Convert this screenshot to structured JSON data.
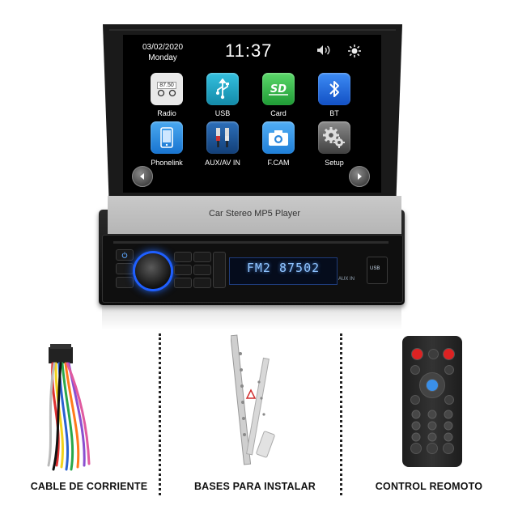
{
  "screen": {
    "date": "03/02/2020",
    "weekday": "Monday",
    "time": "11:37",
    "apps": [
      {
        "label": "Radio",
        "icon": "radio-icon",
        "color": "#e9e9e9",
        "readout": "87.50"
      },
      {
        "label": "USB",
        "icon": "usb-icon",
        "color": "#1aa5c7"
      },
      {
        "label": "Card",
        "icon": "sd-card-icon",
        "color": "#3bb44a"
      },
      {
        "label": "BT",
        "icon": "bluetooth-icon",
        "color": "#1f6fe0"
      },
      {
        "label": "Phonelink",
        "icon": "phone-icon",
        "color": "#2b8fe5"
      },
      {
        "label": "AUX/AV IN",
        "icon": "aux-cable-icon",
        "color": "#1d5ea8"
      },
      {
        "label": "F.CAM",
        "icon": "camera-icon",
        "color": "#2c95e6"
      },
      {
        "label": "Setup",
        "icon": "gear-icon",
        "color": "#6b6b6b"
      }
    ]
  },
  "unit": {
    "cover_label": "Car Stereo MP5 Player",
    "lcd_text": "FM2 87502",
    "usb_label": "USB",
    "aux_label": "AUX IN",
    "accent_color": "#2a6cff"
  },
  "accessories": [
    {
      "caption": "CABLE DE CORRIENTE"
    },
    {
      "caption": "BASES PARA INSTALAR"
    },
    {
      "caption": "CONTROL REOMOTO"
    }
  ]
}
